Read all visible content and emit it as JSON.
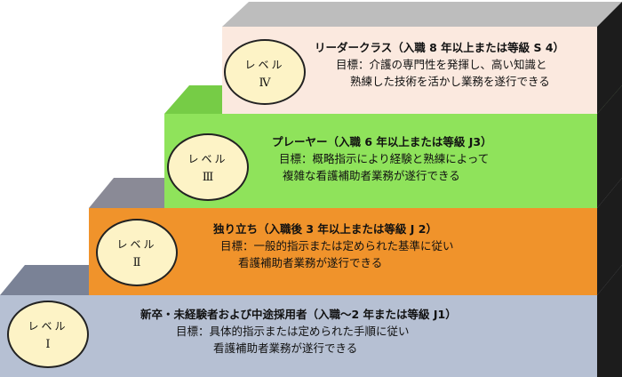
{
  "colors": {
    "level1_face": "#b6c0d3",
    "level2_face": "#f0932b",
    "level3_face": "#8fe35b",
    "level4_face": "#fbe9df",
    "side_dark": "#1c1c1c",
    "oval_fill": "#fdf3c6"
  },
  "levels": [
    {
      "label": "レベル",
      "numeral": "Ⅰ",
      "title": "新卒・未経験者および中途採用者（入職～2 年または等級 J1）",
      "goal_line1": "目標：具体的指示または定められた手順に従い",
      "goal_line2": "看護補助者業務が遂行できる"
    },
    {
      "label": "レベル",
      "numeral": "Ⅱ",
      "title": "独り立ち（入職後 3 年以上または等級 J 2）",
      "goal_line1": "目標：一般的指示または定められた基準に従い",
      "goal_line2": "看護補助者業務が遂行できる"
    },
    {
      "label": "レベル",
      "numeral": "Ⅲ",
      "title": "プレーヤー（入職 6 年以上または等級 J3）",
      "goal_line1": "目標：概略指示により経験と熟練によって",
      "goal_line2": "複雑な看護補助者業務が遂行できる"
    },
    {
      "label": "レベル",
      "numeral": "Ⅳ",
      "title": "リーダークラス（入職 8 年以上または等級 S 4）",
      "goal_line1": "目標：介護の専門性を発揮し、高い知識と",
      "goal_line2": "熟練した技術を活かし業務を遂行できる"
    }
  ]
}
